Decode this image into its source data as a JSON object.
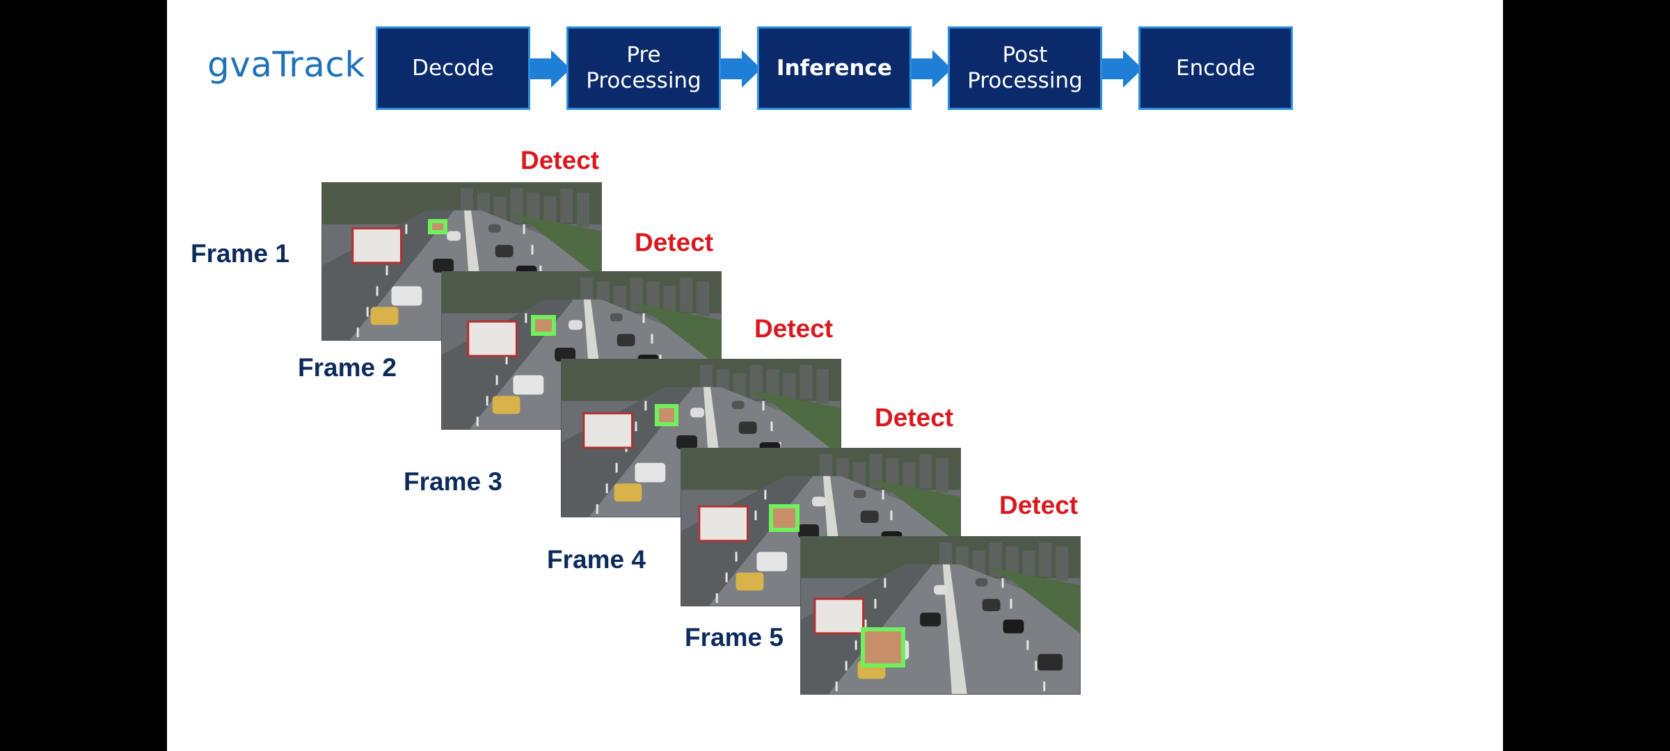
{
  "title": "gvaTrack",
  "pipeline": {
    "stages": [
      {
        "label": "Decode",
        "bold": false
      },
      {
        "label": "Pre\nProcessing",
        "bold": false
      },
      {
        "label": "Inference",
        "bold": true
      },
      {
        "label": "Post\nProcessing",
        "bold": false
      },
      {
        "label": "Encode",
        "bold": false
      }
    ]
  },
  "frames": [
    {
      "label": "Frame 1",
      "tag": "Detect"
    },
    {
      "label": "Frame 2",
      "tag": "Detect"
    },
    {
      "label": "Frame 3",
      "tag": "Detect"
    },
    {
      "label": "Frame 4",
      "tag": "Detect"
    },
    {
      "label": "Frame 5",
      "tag": "Detect"
    }
  ],
  "colors": {
    "stage_fill": "#0a2a6b",
    "stage_border": "#2b8fe0",
    "arrow": "#1f7fd6",
    "title": "#1f72b8",
    "detect": "#d9181f",
    "frame_label": "#0c2a5c",
    "bbox": "#6ff05c"
  }
}
